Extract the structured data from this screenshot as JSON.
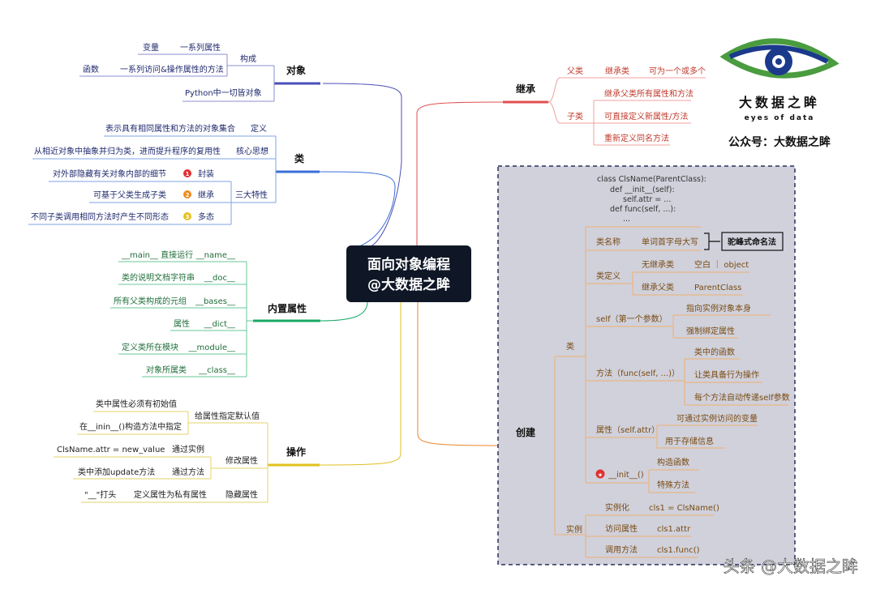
{
  "center": {
    "line1": "面向对象编程",
    "line2": "@大数据之眸"
  },
  "object": {
    "title": "对象",
    "compose": "构成",
    "var": "变量",
    "var_desc": "一系列属性",
    "func": "函数",
    "func_desc": "一系列访问&操作属性的方法",
    "python": "Python中一切皆对象"
  },
  "cls": {
    "title": "类",
    "def_label": "定义",
    "def_desc": "表示具有相同属性和方法的对象集合",
    "core_label": "核心思想",
    "core_desc": "从相近对象中抽象并归为类，进而提升程序的复用性",
    "three_label": "三大特性",
    "f1_num": "1",
    "f1_name": "封装",
    "f1_desc": "对外部隐藏有关对象内部的细节",
    "f2_num": "2",
    "f2_name": "继承",
    "f2_desc": "可基于父类生成子类",
    "f3_num": "3",
    "f3_name": "多态",
    "f3_desc": "不同子类调用相同方法时产生不同形态"
  },
  "builtin": {
    "title": "内置属性",
    "items": [
      {
        "name": "__name__",
        "desc": "__main__ 直接运行"
      },
      {
        "name": "__doc__",
        "desc": "类的说明文档字符串"
      },
      {
        "name": "__bases__",
        "desc": "所有父类构成的元组"
      },
      {
        "name": "__dict__",
        "desc": "属性"
      },
      {
        "name": "__module__",
        "desc": "定义类所在模块"
      },
      {
        "name": "__class__",
        "desc": "对象所属类"
      }
    ]
  },
  "ops": {
    "title": "操作",
    "default_label": "给属性指定默认值",
    "default_a": "类中属性必须有初始值",
    "default_b": "在__inin__()构造方法中指定",
    "modify_label": "修改属性",
    "modify_a": "通过实例",
    "modify_a_desc": "ClsName.attr = new_value",
    "modify_b": "通过方法",
    "modify_b_desc": "类中添加update方法",
    "hidden_label": "隐藏属性",
    "hidden_mid": "定义属性为私有属性",
    "hidden_desc": "\"__\"打头"
  },
  "inherit": {
    "title": "继承",
    "parent": "父类",
    "parent_a": "继承类",
    "parent_b": "可为一个或多个",
    "child": "子类",
    "child_items": [
      "继承父类所有属性和方法",
      "可直接定义新属性/方法",
      "重新定义同名方法"
    ]
  },
  "logo": {
    "brand": "大数据之眸",
    "sub": "eyes of data",
    "account": "公众号：大数据之眸",
    "color_blue": "#1b3a8c",
    "color_green": "#4a9c3f"
  },
  "create": {
    "title": "创建",
    "code": [
      "class ClsName(ParentClass):",
      "def __init__(self):",
      "self.attr = ...",
      "def func(self, ...):",
      "..."
    ],
    "cls_label": "类",
    "name_label": "类名称",
    "name_desc": "单词首字母大写",
    "camel": "驼峰式命名法",
    "def_label": "类定义",
    "def_a": "无继承类",
    "def_a_val": "空白 ｜ object",
    "def_b": "继承父类",
    "def_b_val": "ParentClass",
    "self_label": "self（第一个参数）",
    "self_a": "指向实例对象本身",
    "self_b": "强制绑定属性",
    "method_label": "方法（func(self, ...)）",
    "method_a": "类中的函数",
    "method_b": "让类具备行为操作",
    "method_c": "每个方法自动传递self参数",
    "attr_label": "属性（self.attr）",
    "attr_a": "可通过实例访问的变量",
    "attr_b": "用于存储信息",
    "init_star": "★",
    "init_label": "__init__()",
    "init_a": "构造函数",
    "init_b": "特殊方法",
    "inst_label": "实例",
    "inst_a": "实例化",
    "inst_a_val": "cls1 = ClsName()",
    "inst_b": "访问属性",
    "inst_b_val": "cls1.attr",
    "inst_c": "调用方法",
    "inst_c_val": "cls1.func()"
  },
  "watermark": "头条 @大数据之眸"
}
